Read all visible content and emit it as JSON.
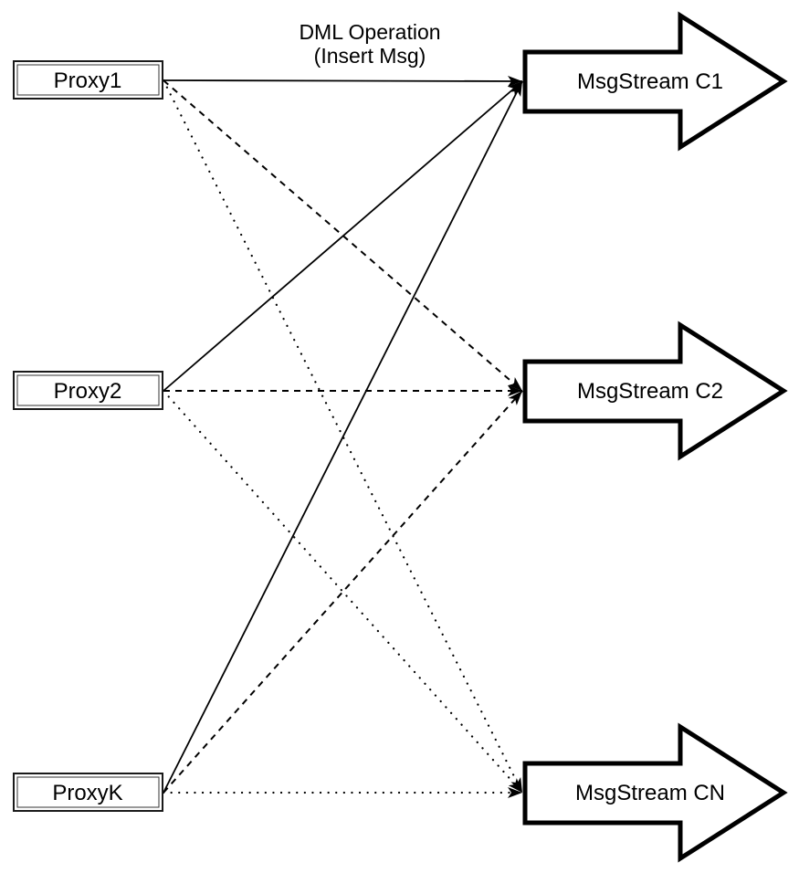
{
  "diagram": {
    "annotation": {
      "line1": "DML Operation",
      "line2": "(Insert Msg)"
    },
    "proxies": [
      {
        "id": "proxy1",
        "label": "Proxy1"
      },
      {
        "id": "proxy2",
        "label": "Proxy2"
      },
      {
        "id": "proxyk",
        "label": "ProxyK"
      }
    ],
    "streams": [
      {
        "id": "c1",
        "label": "MsgStream C1",
        "incoming_edge_style": "solid"
      },
      {
        "id": "c2",
        "label": "MsgStream C2",
        "incoming_edge_style": "dashed"
      },
      {
        "id": "cn",
        "label": "MsgStream CN",
        "incoming_edge_style": "dotted"
      }
    ],
    "edges": [
      {
        "from": "Proxy1",
        "to": "MsgStream C1",
        "style": "solid"
      },
      {
        "from": "Proxy2",
        "to": "MsgStream C1",
        "style": "solid"
      },
      {
        "from": "ProxyK",
        "to": "MsgStream C1",
        "style": "solid"
      },
      {
        "from": "Proxy1",
        "to": "MsgStream C2",
        "style": "dashed"
      },
      {
        "from": "Proxy2",
        "to": "MsgStream C2",
        "style": "dashed"
      },
      {
        "from": "ProxyK",
        "to": "MsgStream C2",
        "style": "dashed"
      },
      {
        "from": "Proxy1",
        "to": "MsgStream CN",
        "style": "dotted"
      },
      {
        "from": "Proxy2",
        "to": "MsgStream CN",
        "style": "dotted"
      },
      {
        "from": "ProxyK",
        "to": "MsgStream CN",
        "style": "dotted"
      }
    ],
    "colors": {
      "stroke": "#000000",
      "node_fill": "#ffffff",
      "background": "#ffffff"
    }
  }
}
